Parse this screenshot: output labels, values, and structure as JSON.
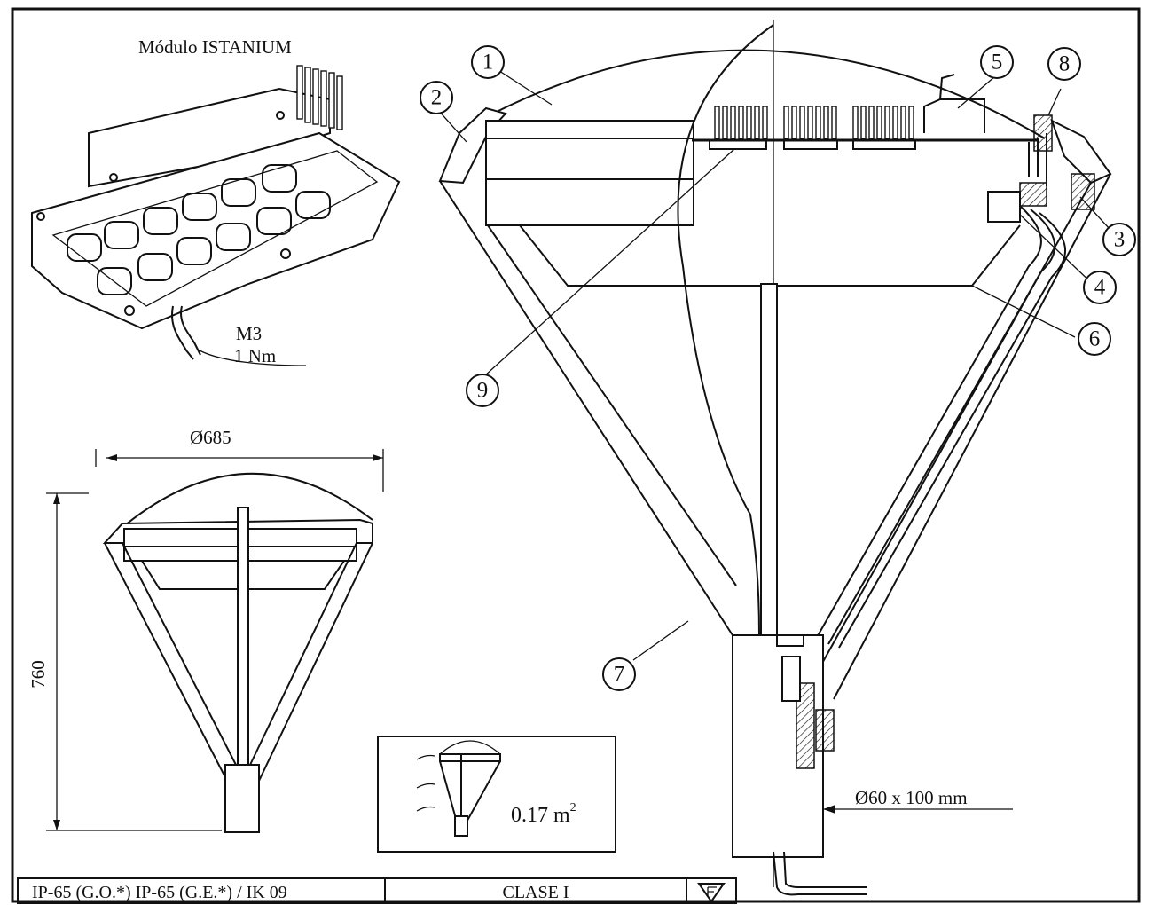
{
  "module": {
    "title": "Módulo ISTANIUM",
    "screw_spec": "M3",
    "torque": "1 Nm"
  },
  "dimensions": {
    "diameter": "Ø685",
    "height": "760",
    "mounting": "Ø60 x 100 mm"
  },
  "wind_area": {
    "value": "0.17 m",
    "superscript": "2"
  },
  "callouts": [
    "1",
    "2",
    "3",
    "4",
    "5",
    "6",
    "7",
    "8",
    "9"
  ],
  "footer": {
    "protection": "IP-65 (G.O.*) IP-65 (G.E.*) / IK 09",
    "class": "CLASE I",
    "symbol_icon": "F-triangle-icon"
  }
}
